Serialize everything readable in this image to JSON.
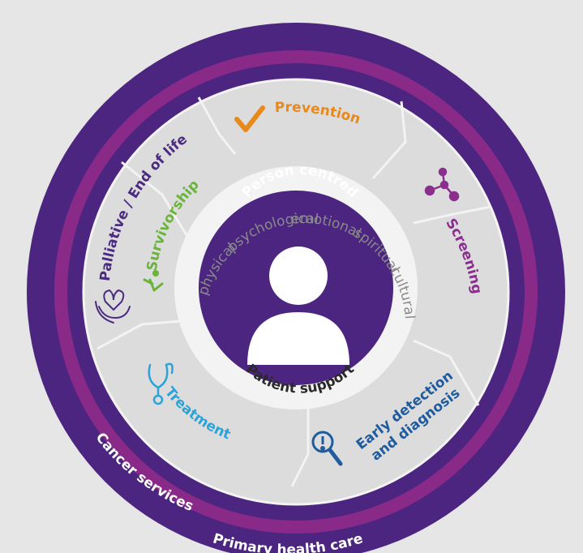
{
  "diagram": {
    "outer_ring_label": "Primary health care",
    "middle_ring_label": "Cancer services",
    "center_title": "Person centred",
    "center_subtitle": "Patient support",
    "dimensions": [
      "physical",
      "psychological",
      "emotional",
      "spiritual",
      "cultural"
    ],
    "segments": [
      {
        "label": "Prevention",
        "icon": "checkmark-icon",
        "color": "#e8891c"
      },
      {
        "label": "Screening",
        "icon": "molecule-icon",
        "color": "#8b2f8e"
      },
      {
        "label": "Early detection and diagnosis",
        "line1": "Early detection",
        "line2": "and diagnosis",
        "icon": "magnifier-icon",
        "color": "#1f5c9e"
      },
      {
        "label": "Treatment",
        "icon": "stethoscope-icon",
        "color": "#2aa4d8"
      },
      {
        "label": "Survivorship",
        "icon": "runner-icon",
        "color": "#6ab43c"
      },
      {
        "label": "Palliative / End of life",
        "icon": "caring-hands-icon",
        "color": "#4b2b80"
      }
    ],
    "colors": {
      "outer_ring": "#4b2580",
      "middle_ring": "#8a2a88",
      "segment_fill": "#dcdcdc",
      "segment_stroke": "#f3f3f3",
      "center_fill": "#4b2580",
      "center_ring": "#f3f3f3"
    }
  }
}
